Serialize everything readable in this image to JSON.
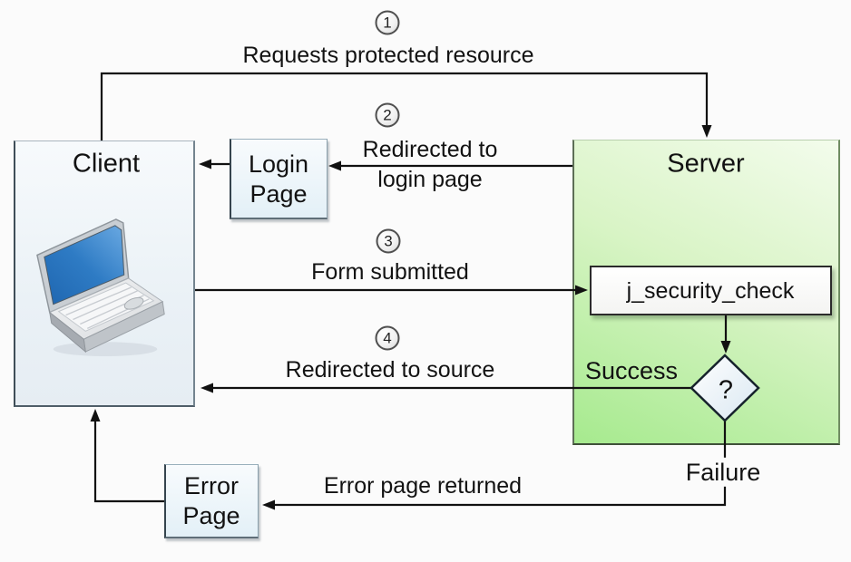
{
  "diagram": {
    "nodes": {
      "client": {
        "label": "Client"
      },
      "server": {
        "label": "Server"
      },
      "login_page": {
        "line1": "Login",
        "line2": "Page"
      },
      "error_page": {
        "line1": "Error",
        "line2": "Page"
      },
      "j_security_check": {
        "label": "j_security_check"
      },
      "decision": {
        "label": "?"
      }
    },
    "steps": [
      {
        "number": "1",
        "label": "Requests protected resource"
      },
      {
        "number": "2",
        "line1": "Redirected to",
        "line2": "login page"
      },
      {
        "number": "3",
        "label": "Form submitted"
      },
      {
        "number": "4",
        "label": "Redirected to source"
      }
    ],
    "outcomes": {
      "success": "Success",
      "failure": "Failure"
    },
    "labels": {
      "error_return": "Error page returned"
    },
    "icons": {
      "client_device": "laptop-icon"
    },
    "colors": {
      "background": "#fbfbfb",
      "server_fill_top": "#f3fcec",
      "server_fill_bottom": "#a6ea8e",
      "client_fill": "#eef3f8",
      "panel_fill": "#e3f0f7",
      "jsc_fill": "#ffffff",
      "diamond_fill": "#e7f0f7",
      "line": "#111111",
      "laptop_screen_blue": "#2e7bc4"
    }
  }
}
